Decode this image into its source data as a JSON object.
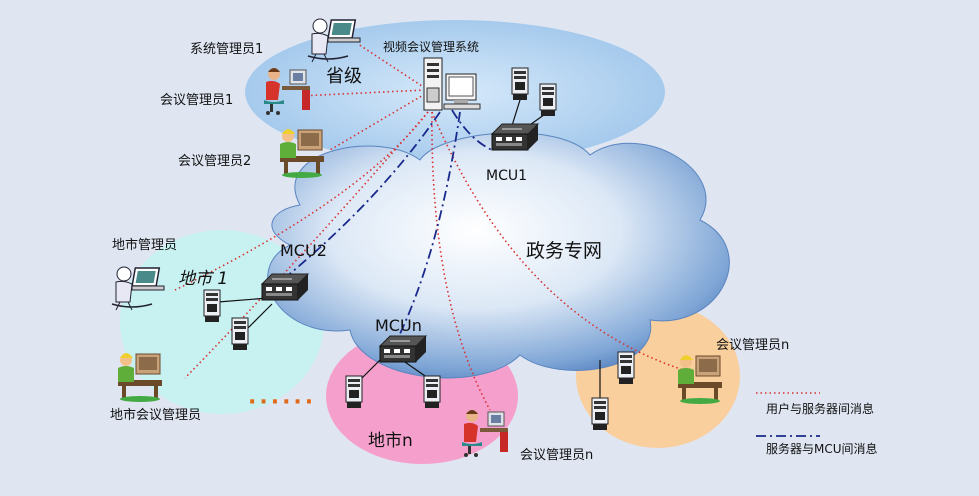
{
  "labels": {
    "provincial": "省级",
    "vcms": "视频会议管理系统",
    "sys_admin_1": "系统管理员1",
    "meeting_admin_1": "会议管理员1",
    "meeting_admin_2": "会议管理员2",
    "mcu1": "MCU1",
    "gov_network": "政务专网",
    "city_admin": "地市管理员",
    "mcu2": "MCU2",
    "city_1": "地市 1",
    "mcun": "MCUn",
    "city_meeting_admin": "地市会议管理员",
    "ellipsis": "······",
    "city_n": "地市n",
    "meeting_admin_n_bottom": "会议管理员n",
    "meeting_admin_n_right": "会议管理员n"
  },
  "legend": {
    "user_server": "用户与服务器间消息",
    "server_mcu": "服务器与MCU间消息"
  },
  "colors": {
    "user_server_line": "#d93030",
    "server_mcu_line": "#1a2a8c",
    "provincial_zone": "#aed0ee",
    "city1_zone": "#c8f2f2",
    "cityn_zone": "#f5a0cc",
    "cityright_zone": "#f9cf9e",
    "cloud": "#3a6bb0"
  },
  "icons": [
    "user-at-computer-icon",
    "server-rack-icon",
    "mcu-device-icon",
    "workstation-icon",
    "telephone-icon"
  ]
}
